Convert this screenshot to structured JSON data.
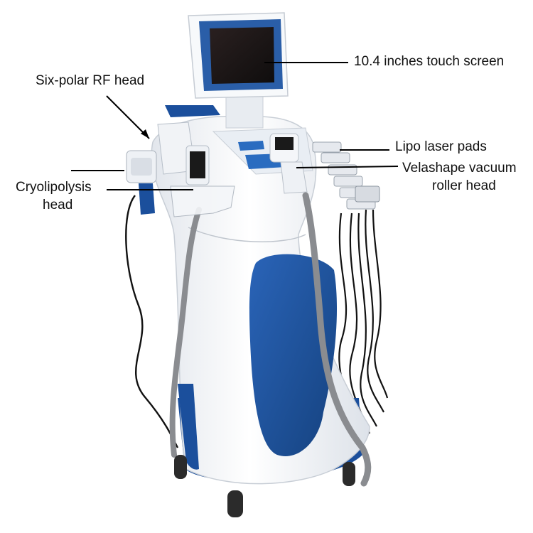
{
  "labels": {
    "touch_screen": "10.4 inches touch screen",
    "rf_head": "Six-polar RF head",
    "lipo_pads": "Lipo laser pads",
    "velashape_line1": "Velashape vacuum",
    "velashape_line2": "roller head",
    "cryo_line1": "Cryolipolysis",
    "cryo_line2": "head"
  },
  "colors": {
    "body": "#f3f5f8",
    "accent_blue": "#1b4f9c",
    "screen_bezel": "#2a5ea8",
    "screen": "#1a1414",
    "hose": "#8a8c90",
    "cable": "#111111",
    "wheel": "#2b2b2b"
  }
}
